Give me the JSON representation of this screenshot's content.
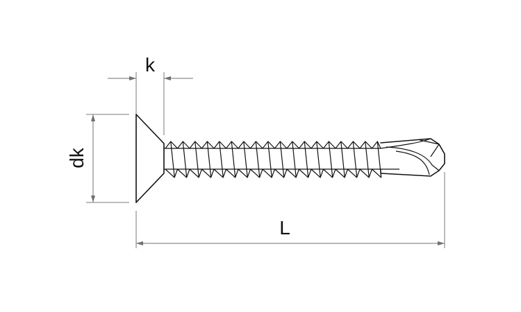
{
  "dimensions": {
    "head_height_label": "k",
    "head_diameter_label": "dk",
    "length_label": "L"
  },
  "part": {
    "icon": "countersunk-self-drilling-screw"
  },
  "colors": {
    "outline": "#111111",
    "dimension": "#6f6f6f",
    "background": "#ffffff"
  }
}
